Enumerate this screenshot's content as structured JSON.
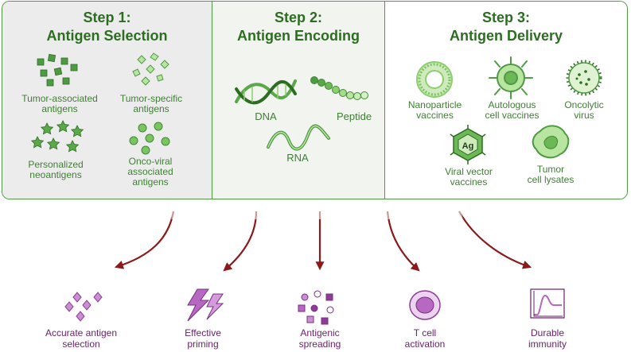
{
  "steps": [
    {
      "title": "Step 1:",
      "subtitle": "Antigen Selection",
      "items": [
        {
          "label_1": "Tumor-associated",
          "label_2": "antigens",
          "icon": "green-squares-icon"
        },
        {
          "label_1": "Tumor-specific",
          "label_2": "antigens",
          "icon": "green-diamonds-icon"
        },
        {
          "label_1": "Personalized",
          "label_2": "neoantigens",
          "icon": "green-stars-icon"
        },
        {
          "label_1": "Onco-viral",
          "label_2": "associated",
          "label_3": "antigens",
          "icon": "green-dots-icon"
        }
      ]
    },
    {
      "title": "Step 2:",
      "subtitle": "Antigen Encoding",
      "items": [
        {
          "label_1": "DNA",
          "icon": "dna-helix-icon"
        },
        {
          "label_1": "Peptide",
          "icon": "peptide-chain-icon"
        },
        {
          "label_1": "RNA",
          "icon": "rna-strand-icon"
        }
      ]
    },
    {
      "title": "Step 3:",
      "subtitle": "Antigen Delivery",
      "items": [
        {
          "label_1": "Nanoparticle",
          "label_2": "vaccines",
          "icon": "nanoparticle-icon"
        },
        {
          "label_1": "Autologous",
          "label_2": "cell vaccines",
          "icon": "dendritic-cell-icon"
        },
        {
          "label_1": "Oncolytic",
          "label_2": "virus",
          "icon": "oncolytic-virus-icon"
        },
        {
          "label_1": "Viral vector",
          "label_2": "vaccines",
          "icon": "viral-vector-icon",
          "badge": "Ag"
        },
        {
          "label_1": "Tumor",
          "label_2": "cell lysates",
          "icon": "tumor-cell-icon"
        }
      ]
    }
  ],
  "outcomes": [
    {
      "label_1": "Accurate antigen",
      "label_2": "selection",
      "icon": "purple-diamonds-icon"
    },
    {
      "label_1": "Effective",
      "label_2": "priming",
      "icon": "lightning-icon"
    },
    {
      "label_1": "Antigenic",
      "label_2": "spreading",
      "icon": "purple-shapes-icon"
    },
    {
      "label_1": "T cell",
      "label_2": "activation",
      "icon": "t-cell-icon"
    },
    {
      "label_1": "Durable",
      "label_2": "immunity",
      "icon": "response-curve-icon"
    }
  ],
  "colors": {
    "green_dark": "#2d6d22",
    "green": "#4f9a45",
    "green_light": "#8ccf6e",
    "arrow": "#8b1a1a",
    "purple": "#8e3c96",
    "purple_light": "#c98fd2"
  }
}
